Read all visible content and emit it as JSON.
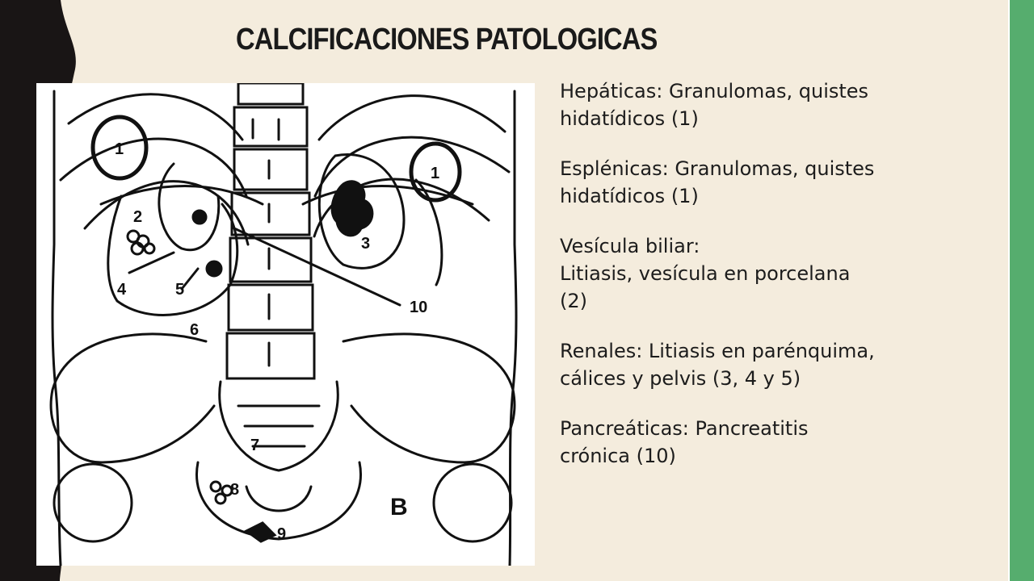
{
  "slide": {
    "title": "CALCIFICACIONES PATOLOGICAS",
    "colors": {
      "background": "#f4ecdd",
      "left_band": "#191515",
      "right_band": "#56ad6e",
      "text": "#1c1c1c"
    }
  },
  "figure": {
    "labels": {
      "l1a": "1",
      "l1b": "1",
      "l2": "2",
      "l3": "3",
      "l4": "4",
      "l5": "5",
      "l6": "6",
      "l7": "7",
      "l8": "8",
      "l9": "9",
      "l10": "10",
      "mark": "B"
    }
  },
  "items": [
    {
      "lines": [
        "Hepáticas: Granulomas, quistes",
        "hidatídicos (1)"
      ]
    },
    {
      "lines": [
        "Esplénicas: Granulomas, quistes",
        "hidatídicos (1)"
      ]
    },
    {
      "lines": [
        "Vesícula biliar:",
        "Litiasis, vesícula en porcelana",
        "(2)"
      ]
    },
    {
      "lines": [
        "Renales: Litiasis en  parénquima,",
        "cálices y pelvis  (3, 4 y 5)"
      ]
    },
    {
      "lines": [
        "Pancreáticas: Pancreatitis",
        "crónica (10)"
      ]
    }
  ]
}
